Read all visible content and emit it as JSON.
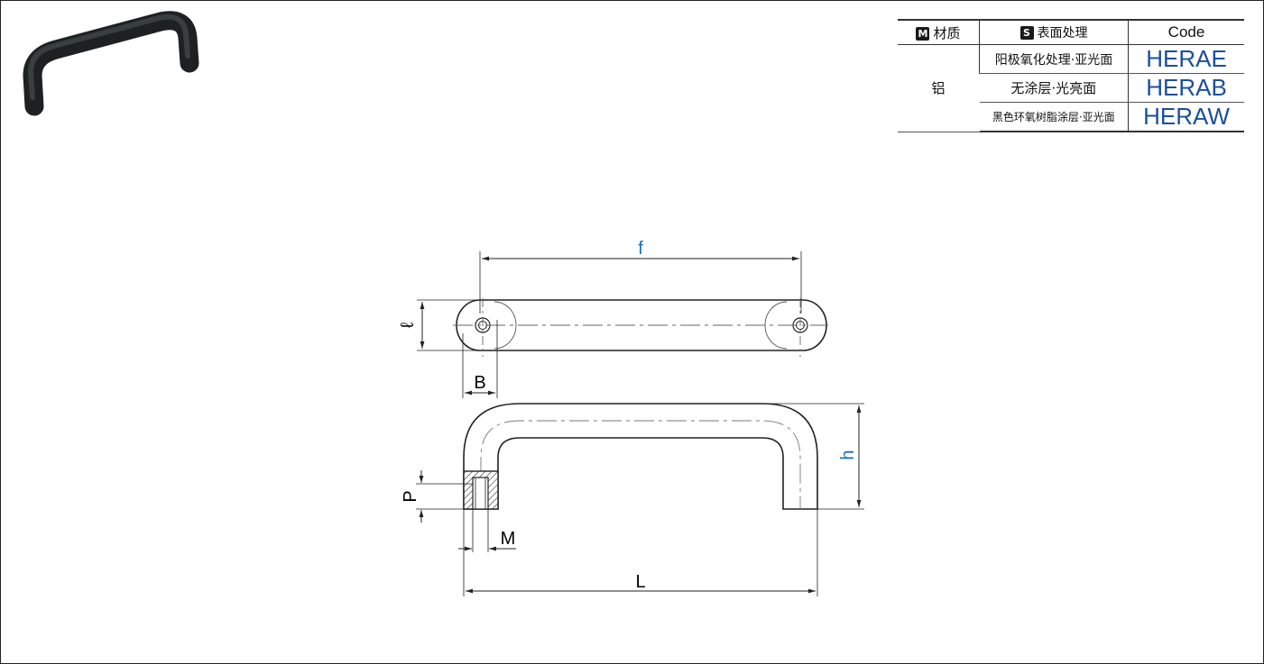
{
  "table": {
    "header_material_badge": "M",
    "header_material": "材质",
    "header_surface_badge": "S",
    "header_surface": "表面处理",
    "header_code": "Code",
    "material": "铝",
    "rows": [
      {
        "surface": "阳极氧化处理·亚光面",
        "code": "HERAE"
      },
      {
        "surface": "无涂层·光亮面",
        "code": "HERAB"
      },
      {
        "surface": "黑色环氧树脂涂层·亚光面",
        "code": "HERAW"
      }
    ]
  },
  "dimensions": {
    "f": "f",
    "l": "ℓ",
    "B": "B",
    "h": "h",
    "P": "P",
    "M": "M",
    "L": "L"
  },
  "colors": {
    "code_text": "#1b4f9c",
    "dim_accent": "#1b6fb8",
    "photo_handle": "#2b2f31"
  }
}
